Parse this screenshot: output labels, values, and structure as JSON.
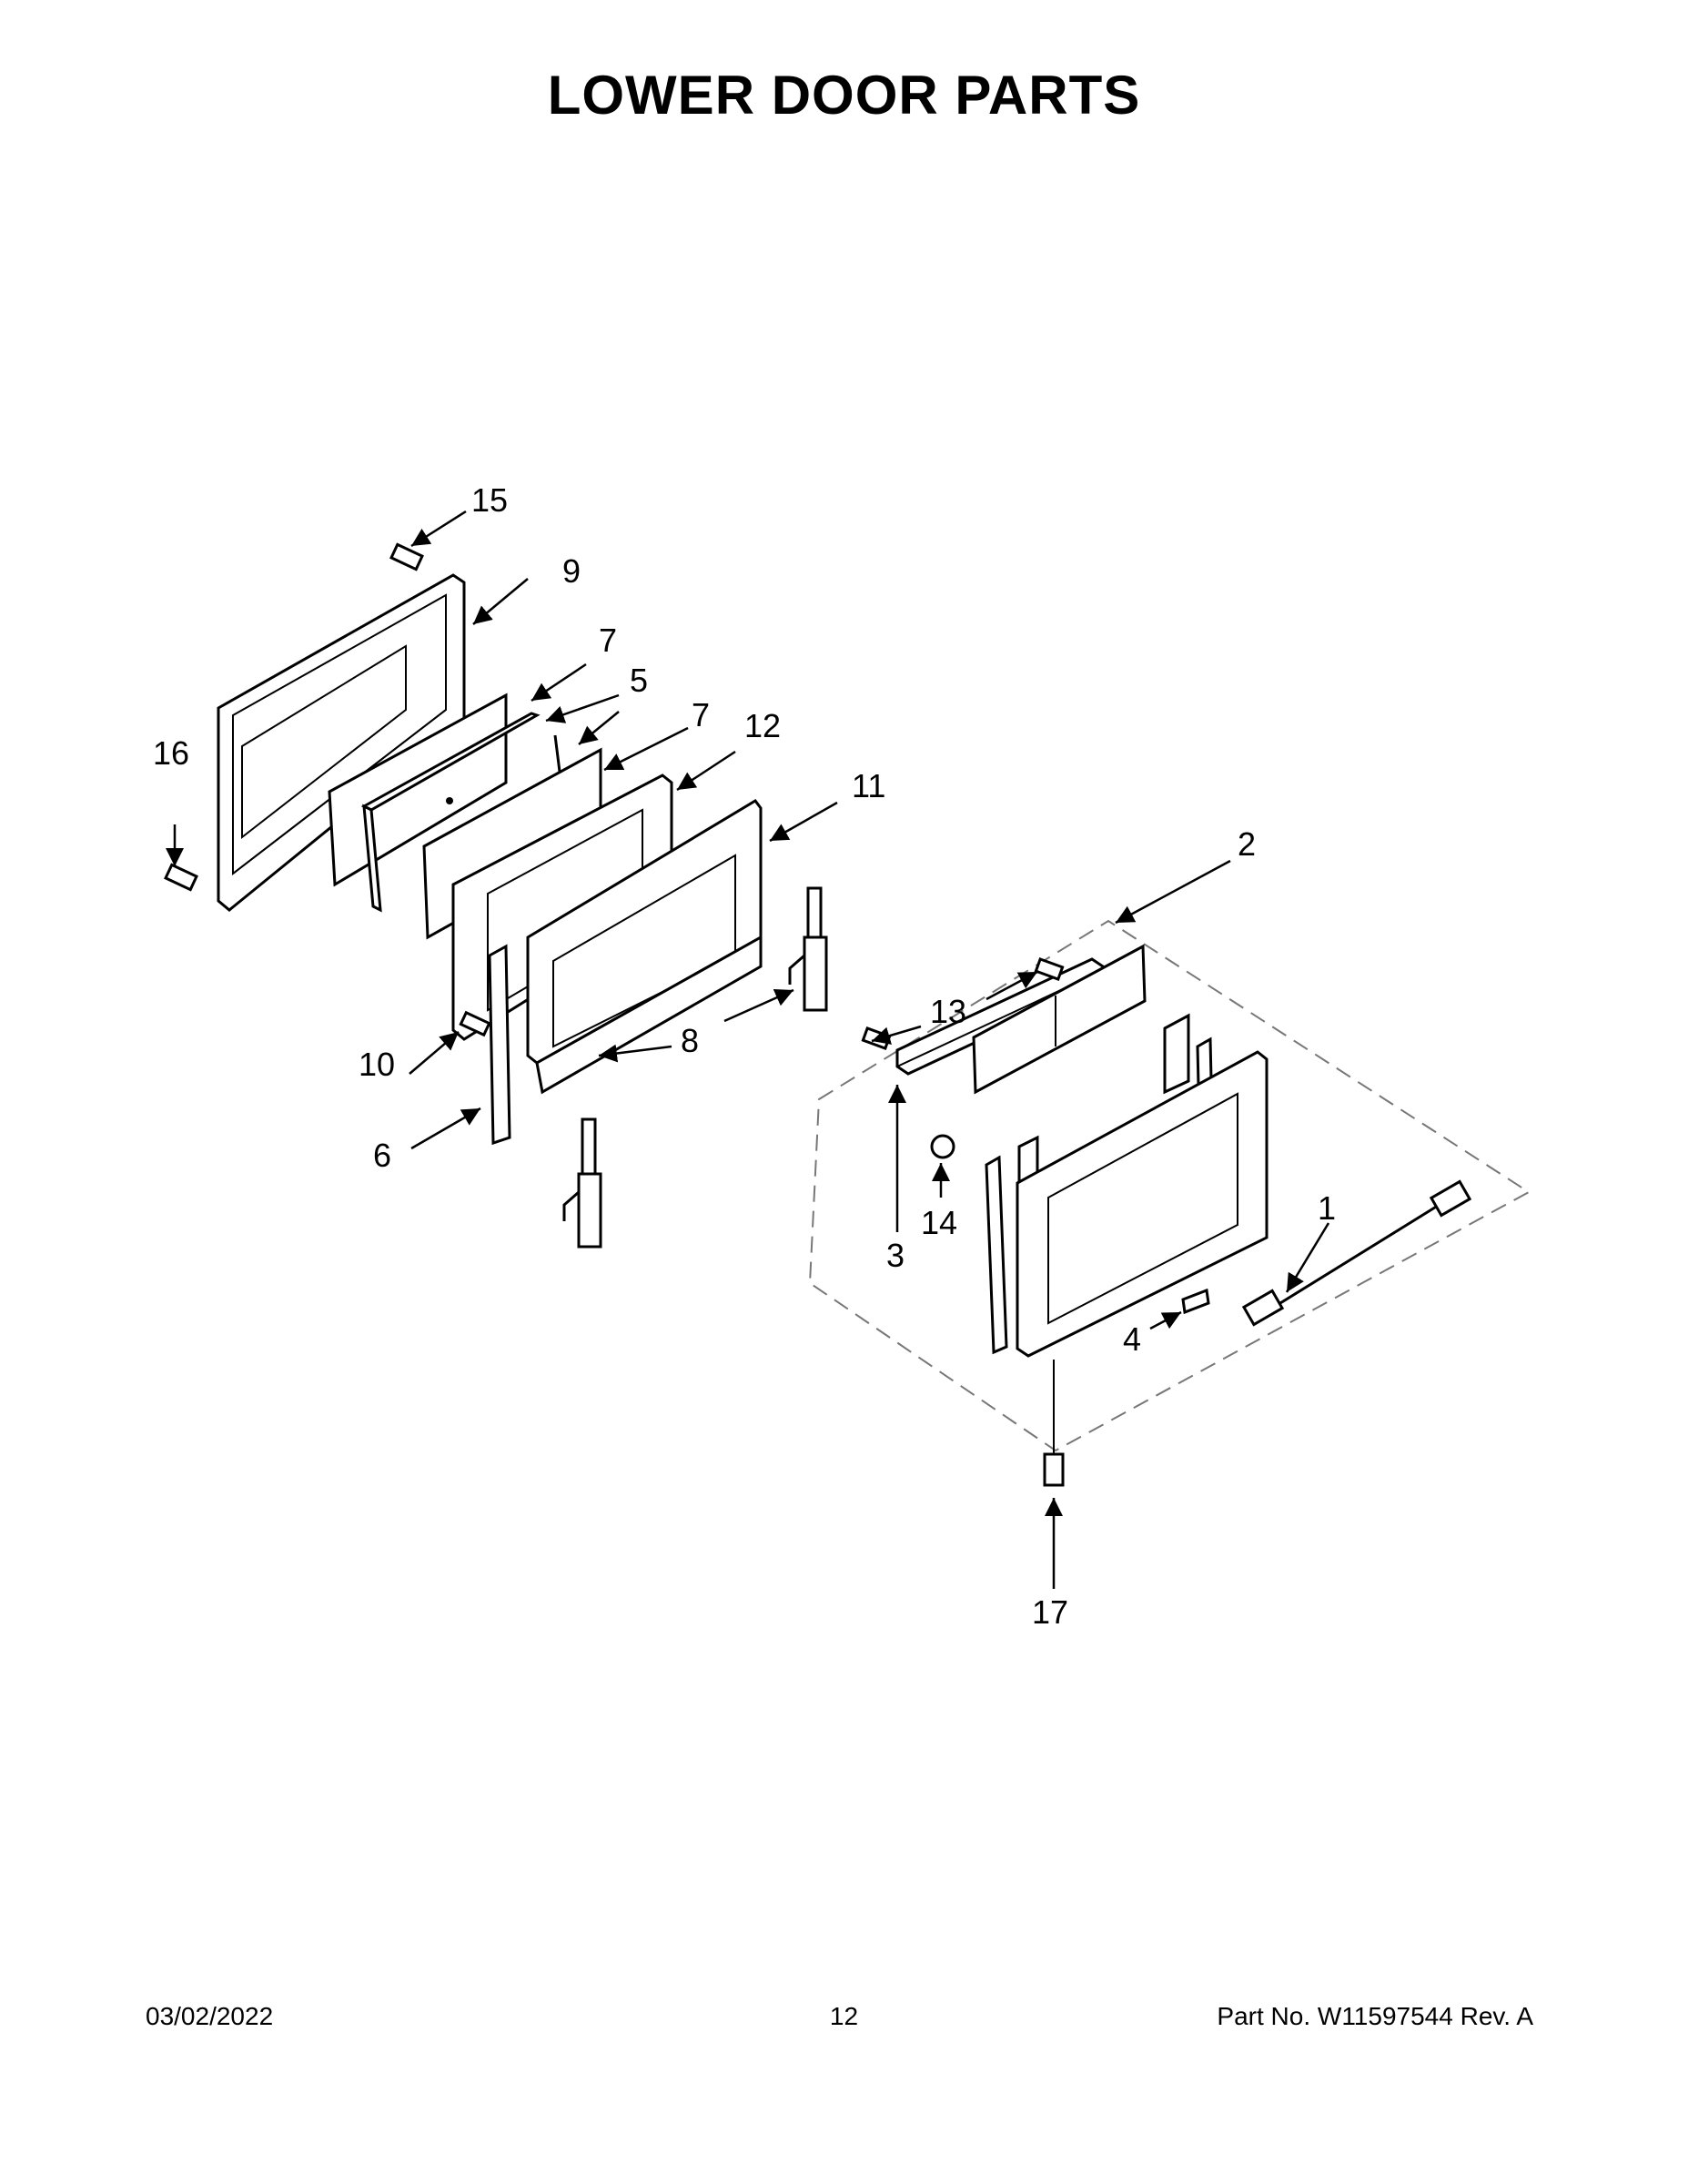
{
  "title": "LOWER DOOR PARTS",
  "callouts": {
    "c1": "1",
    "c2": "2",
    "c3": "3",
    "c4": "4",
    "c5": "5",
    "c6": "6",
    "c7a": "7",
    "c7b": "7",
    "c8": "8",
    "c9": "9",
    "c10": "10",
    "c11": "11",
    "c12": "12",
    "c13": "13",
    "c14": "14",
    "c15": "15",
    "c16": "16",
    "c17": "17"
  },
  "footer": {
    "date": "03/02/2022",
    "page": "12",
    "part_no": "Part No.  W11597544  Rev.  A"
  }
}
